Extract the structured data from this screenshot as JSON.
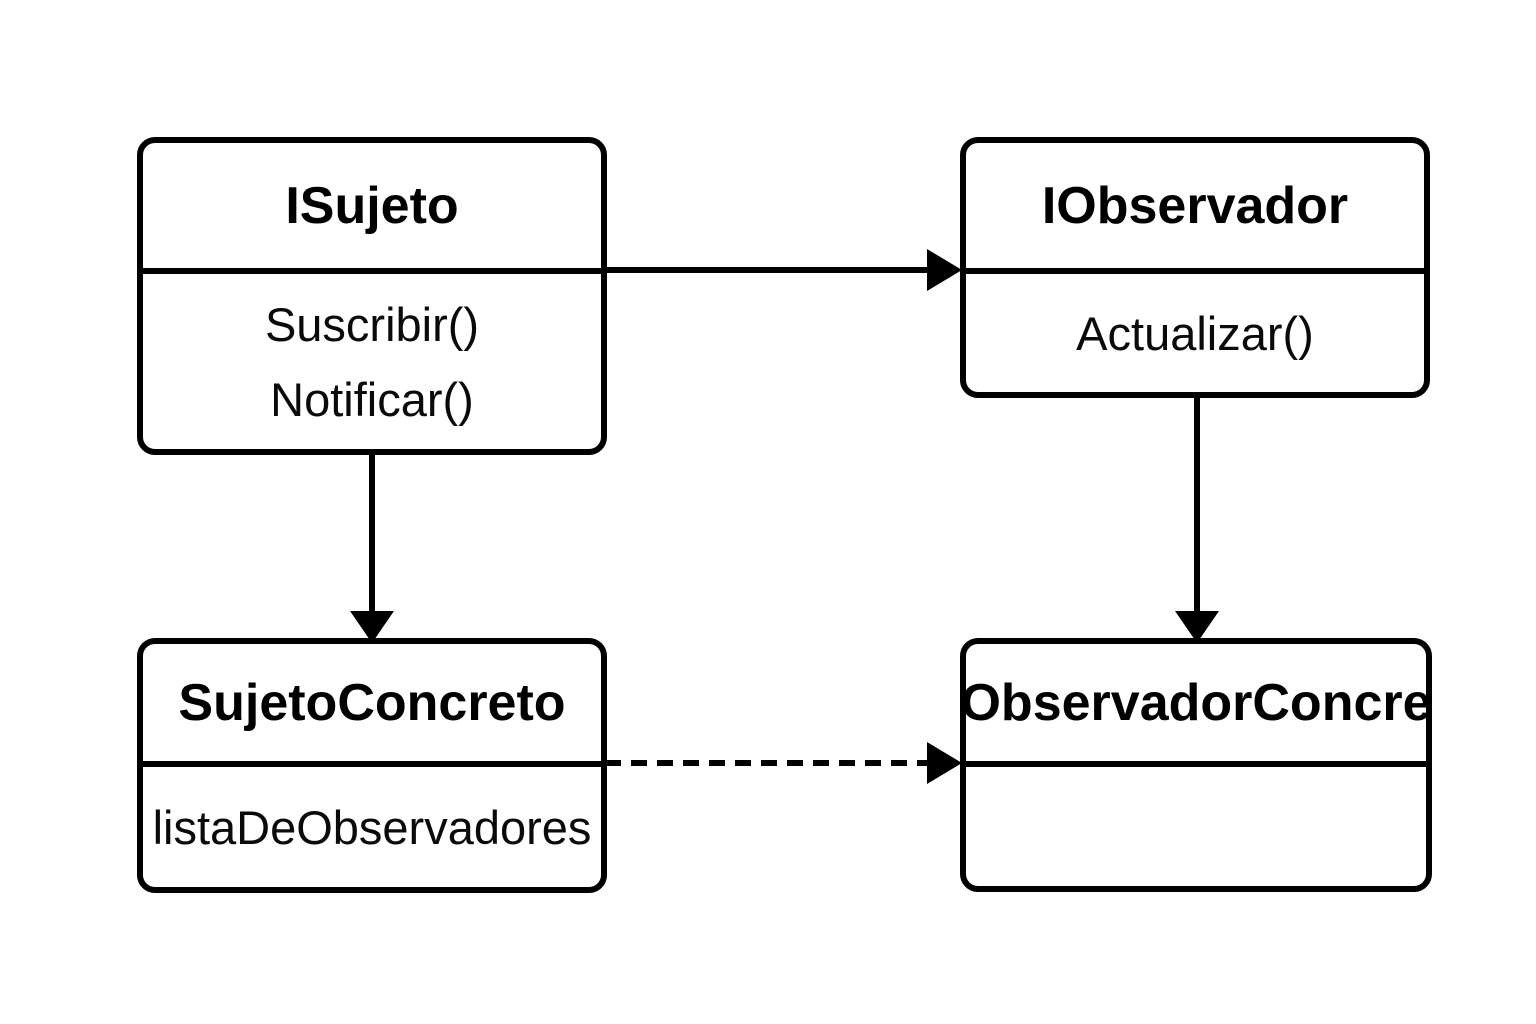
{
  "diagram": {
    "background_color": "#ffffff",
    "stroke_color": "#000000",
    "classes": [
      {
        "title": "ISujeto",
        "members": [
          "Suscribir()",
          "Notificar()"
        ]
      },
      {
        "title": "IObservador",
        "members": [
          "Actualizar()"
        ]
      },
      {
        "title": "SujetoConcreto",
        "members": [
          "listaDeObservadores"
        ]
      },
      {
        "title": "ObservadorConcre",
        "members": []
      }
    ],
    "relations": [
      {
        "from": "ISujeto",
        "to": "IObservador",
        "line": "solid",
        "arrowhead": "filled-triangle",
        "direction": "right"
      },
      {
        "from": "ISujeto",
        "to": "SujetoConcreto",
        "line": "solid",
        "arrowhead": "filled-triangle",
        "direction": "down"
      },
      {
        "from": "IObservador",
        "to": "ObservadorConcre",
        "line": "solid",
        "arrowhead": "filled-triangle",
        "direction": "down"
      },
      {
        "from": "SujetoConcreto",
        "to": "ObservadorConcre",
        "line": "dashed",
        "arrowhead": "filled-triangle",
        "direction": "right"
      }
    ]
  }
}
